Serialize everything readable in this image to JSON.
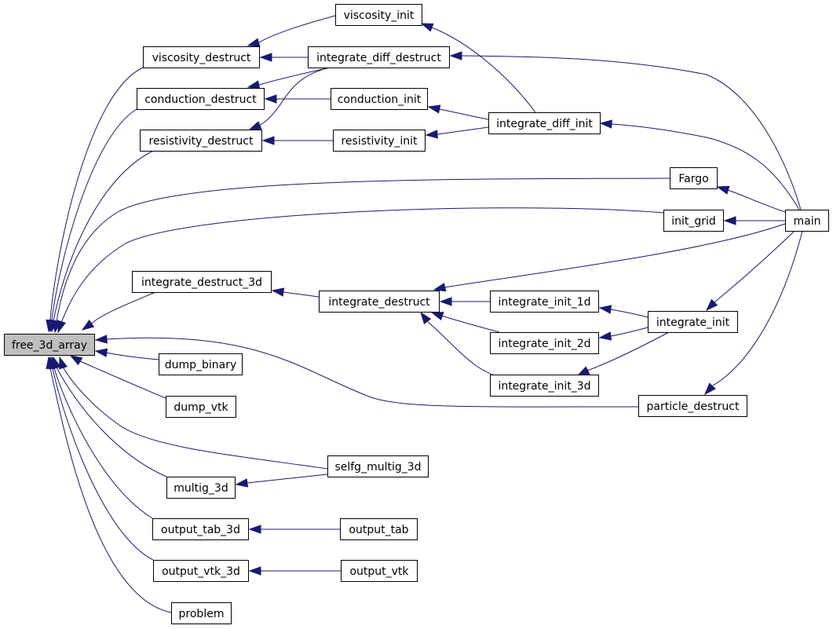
{
  "diagram": {
    "type": "call-graph",
    "edge_color": "#191970",
    "root_fill": "#bfbfbf",
    "nodes": [
      {
        "id": "free_3d_array",
        "label": "free_3d_array",
        "root": true
      },
      {
        "id": "viscosity_destruct",
        "label": "viscosity_destruct"
      },
      {
        "id": "conduction_destruct",
        "label": "conduction_destruct"
      },
      {
        "id": "resistivity_destruct",
        "label": "resistivity_destruct"
      },
      {
        "id": "integrate_destruct_3d",
        "label": "integrate_destruct_3d"
      },
      {
        "id": "dump_binary",
        "label": "dump_binary"
      },
      {
        "id": "dump_vtk",
        "label": "dump_vtk"
      },
      {
        "id": "multig_3d",
        "label": "multig_3d"
      },
      {
        "id": "output_tab_3d",
        "label": "output_tab_3d"
      },
      {
        "id": "output_vtk_3d",
        "label": "output_vtk_3d"
      },
      {
        "id": "problem",
        "label": "problem"
      },
      {
        "id": "viscosity_init",
        "label": "viscosity_init"
      },
      {
        "id": "integrate_diff_destruct",
        "label": "integrate_diff_destruct"
      },
      {
        "id": "conduction_init",
        "label": "conduction_init"
      },
      {
        "id": "resistivity_init",
        "label": "resistivity_init"
      },
      {
        "id": "integrate_destruct",
        "label": "integrate_destruct"
      },
      {
        "id": "selfg_multig_3d",
        "label": "selfg_multig_3d"
      },
      {
        "id": "output_tab",
        "label": "output_tab"
      },
      {
        "id": "output_vtk",
        "label": "output_vtk"
      },
      {
        "id": "integrate_diff_init",
        "label": "integrate_diff_init"
      },
      {
        "id": "Fargo",
        "label": "Fargo"
      },
      {
        "id": "init_grid",
        "label": "init_grid"
      },
      {
        "id": "integrate_init_1d",
        "label": "integrate_init_1d"
      },
      {
        "id": "integrate_init_2d",
        "label": "integrate_init_2d"
      },
      {
        "id": "integrate_init_3d",
        "label": "integrate_init_3d"
      },
      {
        "id": "integrate_init",
        "label": "integrate_init"
      },
      {
        "id": "particle_destruct",
        "label": "particle_destruct"
      },
      {
        "id": "main",
        "label": "main"
      }
    ],
    "edges": [
      {
        "from": "viscosity_destruct",
        "to": "free_3d_array"
      },
      {
        "from": "conduction_destruct",
        "to": "free_3d_array"
      },
      {
        "from": "resistivity_destruct",
        "to": "free_3d_array"
      },
      {
        "from": "Fargo",
        "to": "free_3d_array"
      },
      {
        "from": "init_grid",
        "to": "free_3d_array"
      },
      {
        "from": "integrate_destruct_3d",
        "to": "free_3d_array"
      },
      {
        "from": "particle_destruct",
        "to": "free_3d_array"
      },
      {
        "from": "dump_binary",
        "to": "free_3d_array"
      },
      {
        "from": "dump_vtk",
        "to": "free_3d_array"
      },
      {
        "from": "selfg_multig_3d",
        "to": "free_3d_array"
      },
      {
        "from": "multig_3d",
        "to": "free_3d_array"
      },
      {
        "from": "output_tab_3d",
        "to": "free_3d_array"
      },
      {
        "from": "output_vtk_3d",
        "to": "free_3d_array"
      },
      {
        "from": "problem",
        "to": "free_3d_array"
      },
      {
        "from": "viscosity_init",
        "to": "viscosity_destruct"
      },
      {
        "from": "integrate_diff_destruct",
        "to": "viscosity_destruct"
      },
      {
        "from": "integrate_diff_destruct",
        "to": "conduction_destruct"
      },
      {
        "from": "conduction_init",
        "to": "conduction_destruct"
      },
      {
        "from": "integrate_diff_destruct",
        "to": "resistivity_destruct"
      },
      {
        "from": "resistivity_init",
        "to": "resistivity_destruct"
      },
      {
        "from": "integrate_diff_init",
        "to": "viscosity_init"
      },
      {
        "from": "main",
        "to": "integrate_diff_destruct"
      },
      {
        "from": "integrate_diff_init",
        "to": "conduction_init"
      },
      {
        "from": "integrate_diff_init",
        "to": "resistivity_init"
      },
      {
        "from": "main",
        "to": "integrate_diff_init"
      },
      {
        "from": "main",
        "to": "Fargo"
      },
      {
        "from": "main",
        "to": "init_grid"
      },
      {
        "from": "integrate_destruct",
        "to": "integrate_destruct_3d"
      },
      {
        "from": "main",
        "to": "integrate_destruct"
      },
      {
        "from": "integrate_init_1d",
        "to": "integrate_destruct"
      },
      {
        "from": "integrate_init_2d",
        "to": "integrate_destruct"
      },
      {
        "from": "integrate_init_3d",
        "to": "integrate_destruct"
      },
      {
        "from": "integrate_init",
        "to": "integrate_init_1d"
      },
      {
        "from": "integrate_init",
        "to": "integrate_init_2d"
      },
      {
        "from": "integrate_init",
        "to": "integrate_init_3d"
      },
      {
        "from": "main",
        "to": "integrate_init"
      },
      {
        "from": "main",
        "to": "particle_destruct"
      },
      {
        "from": "selfg_multig_3d",
        "to": "multig_3d"
      },
      {
        "from": "output_tab",
        "to": "output_tab_3d"
      },
      {
        "from": "output_vtk",
        "to": "output_vtk_3d"
      }
    ]
  }
}
